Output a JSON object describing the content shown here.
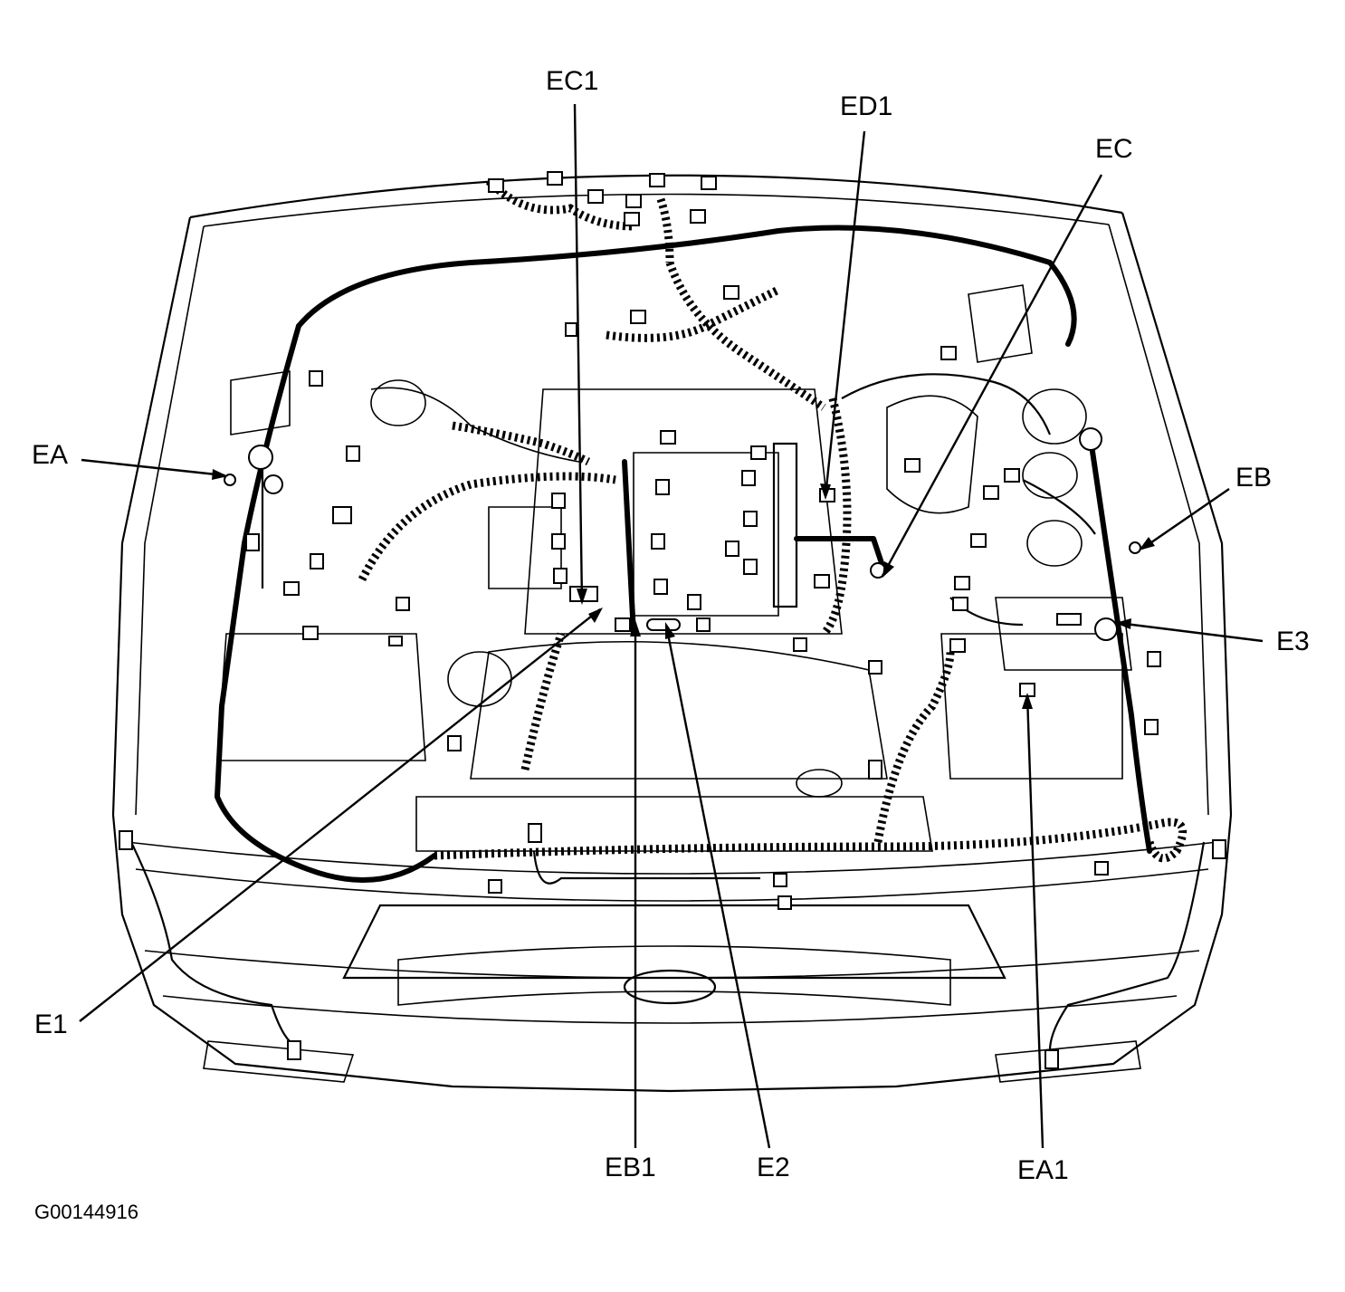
{
  "labels": {
    "ec1": "EC1",
    "ed1": "ED1",
    "ec": "EC",
    "ea": "EA",
    "eb": "EB",
    "e3": "E3",
    "e1": "E1",
    "eb1": "EB1",
    "e2": "E2",
    "ea1": "EA1"
  },
  "figure_id": "G00144916"
}
